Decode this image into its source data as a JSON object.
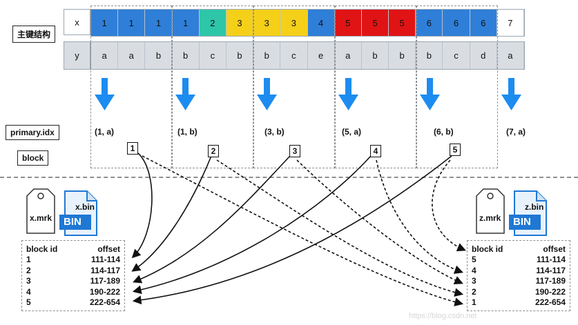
{
  "labels": {
    "primary_key": "主键结构",
    "primary_idx": "primary.idx",
    "block": "block"
  },
  "columns": {
    "x_header": "x",
    "y_header": "y",
    "x_values": [
      "1",
      "1",
      "1",
      "1",
      "2",
      "3",
      "3",
      "3",
      "4",
      "5",
      "5",
      "5",
      "6",
      "6",
      "6",
      "7"
    ],
    "y_values": [
      "a",
      "a",
      "b",
      "b",
      "c",
      "b",
      "b",
      "c",
      "e",
      "a",
      "b",
      "b",
      "b",
      "c",
      "d",
      "a"
    ],
    "x_colors": [
      "#2f7fd8",
      "#2f7fd8",
      "#2f7fd8",
      "#2f7fd8",
      "#2ec6a8",
      "#f5d019",
      "#f5d019",
      "#f5d019",
      "#2f7fd8",
      "#e01414",
      "#e01414",
      "#e01414",
      "#2f7fd8",
      "#2f7fd8",
      "#2f7fd8",
      "#ffffff"
    ],
    "y_color": "#d9dde1"
  },
  "marks": [
    "(1, a)",
    "(1, b)",
    "(3, b)",
    "(5, a)",
    "(6, b)",
    "(7, a)"
  ],
  "blocks": [
    "1",
    "2",
    "3",
    "4",
    "5"
  ],
  "files": {
    "x_mrk": "x.mrk",
    "x_bin": "x.bin",
    "z_mrk": "z.mrk",
    "z_bin": "z.bin",
    "bin_badge": "BIN"
  },
  "x_table": {
    "headers": [
      "block id",
      "offset"
    ],
    "rows": [
      [
        "1",
        "111-114"
      ],
      [
        "2",
        "114-117"
      ],
      [
        "3",
        "117-189"
      ],
      [
        "4",
        "190-222"
      ],
      [
        "5",
        "222-654"
      ]
    ]
  },
  "z_table": {
    "headers": [
      "block id",
      "offset"
    ],
    "rows": [
      [
        "5",
        "111-114"
      ],
      [
        "4",
        "114-117"
      ],
      [
        "3",
        "117-189"
      ],
      [
        "2",
        "190-222"
      ],
      [
        "1",
        "222-654"
      ]
    ]
  },
  "colors": {
    "arrow_blue": "#1d8cf0",
    "bin_blue": "#1f78d4",
    "dashed_gray": "#8b8f94"
  },
  "icons": {
    "down_arrow": "down-arrow-icon",
    "tag": "tag-icon",
    "bin_file": "bin-file-icon"
  },
  "watermark": "https://blog.csdn.net"
}
